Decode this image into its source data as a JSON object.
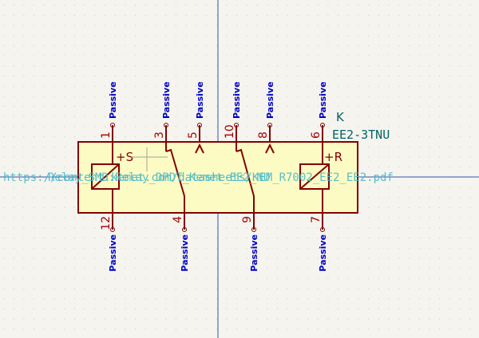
{
  "colors": {
    "background": "#f5f4ef",
    "grid_dot": "#c9c9c4",
    "crosshair": "#3355a8",
    "body_fill": "#fdfbc4",
    "body_stroke": "#840000",
    "pin_number": "#a50000",
    "pin_type": "#0000c4",
    "reference": "#006464",
    "url_text": "#48b8c8"
  },
  "symbol": {
    "reference": "K",
    "value": "EE2-3TNU",
    "coil_set_label": "+S",
    "coil_reset_label": "+R",
    "footprint": "Relay_SMD:Relay_DPDT_Kemet_EE2_NU",
    "datasheet": "https://content.kemet.com/datasheets/KEM_R7002_EE2_EE2.pdf"
  },
  "pins": [
    {
      "number": "1",
      "type": "Passive"
    },
    {
      "number": "3",
      "type": "Passive"
    },
    {
      "number": "5",
      "type": "Passive"
    },
    {
      "number": "10",
      "type": "Passive"
    },
    {
      "number": "8",
      "type": "Passive"
    },
    {
      "number": "6",
      "type": "Passive"
    },
    {
      "number": "12",
      "type": "Passive"
    },
    {
      "number": "4",
      "type": "Passive"
    },
    {
      "number": "9",
      "type": "Passive"
    },
    {
      "number": "7",
      "type": "Passive"
    }
  ]
}
